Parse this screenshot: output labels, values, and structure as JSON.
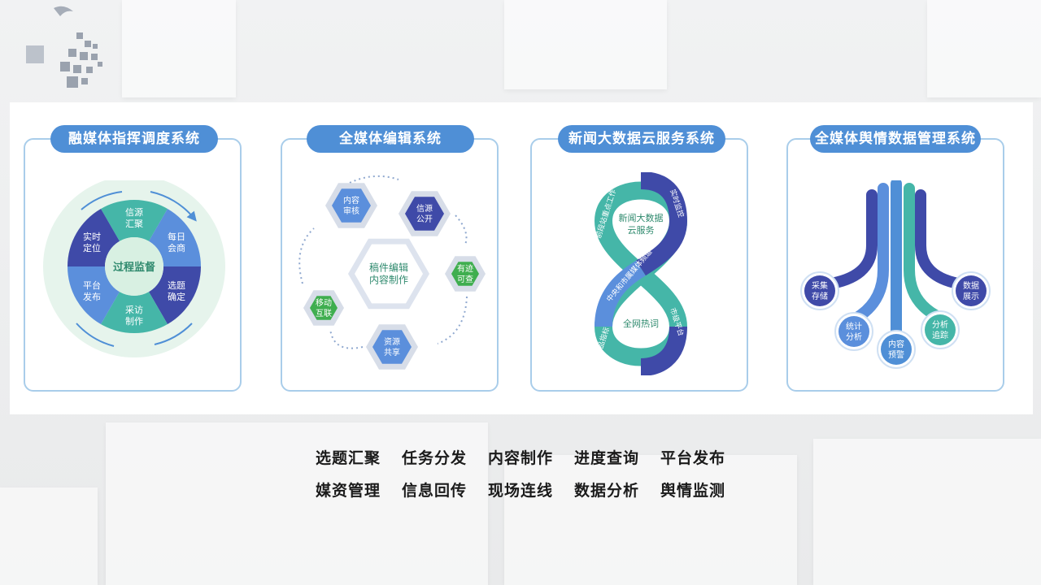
{
  "colors": {
    "title_bg": "#4f8fd6",
    "card_border": "#a9cdea",
    "navy": "#3f4aa8",
    "blue": "#5b8fdc",
    "teal": "#45b6a8",
    "green": "#3fae4f",
    "hex_gray": "#d7dde8"
  },
  "systems": [
    {
      "title": "融媒体指挥调度系统",
      "center": "过程监督",
      "segments": [
        [
          "信源",
          "汇聚"
        ],
        [
          "每日",
          "会商"
        ],
        [
          "选题",
          "确定"
        ],
        [
          "采访",
          "制作"
        ],
        [
          "平台",
          "发布"
        ],
        [
          "实时",
          "定位"
        ]
      ]
    },
    {
      "title": "全媒体编辑系统",
      "center": [
        "稿件编辑",
        "内容制作"
      ],
      "nodes": [
        [
          "内容",
          "审核"
        ],
        [
          "信源",
          "公开"
        ],
        [
          "有迹",
          "可查"
        ],
        [
          "资源",
          "共享"
        ],
        [
          "移动",
          "互联"
        ]
      ]
    },
    {
      "title": "新闻大数据云服务系统",
      "top_center": [
        "新闻大数据",
        "云服务"
      ],
      "bottom_center": "全网热词",
      "band_labels": [
        "前段站重点工作",
        "实时监控",
        "中央和市属媒体频道",
        "市级平台",
        "产品指标"
      ]
    },
    {
      "title": "全媒体舆情数据管理系统",
      "nodes": [
        [
          "采集",
          "存储"
        ],
        [
          "统计",
          "分析"
        ],
        [
          "内容",
          "预警"
        ],
        [
          "分析",
          "追踪"
        ],
        [
          "数据",
          "展示"
        ]
      ]
    }
  ],
  "features": [
    [
      "选题汇聚",
      "任务分发",
      "内容制作",
      "进度查询",
      "平台发布"
    ],
    [
      "媒资管理",
      "信息回传",
      "现场连线",
      "数据分析",
      "舆情监测"
    ]
  ]
}
